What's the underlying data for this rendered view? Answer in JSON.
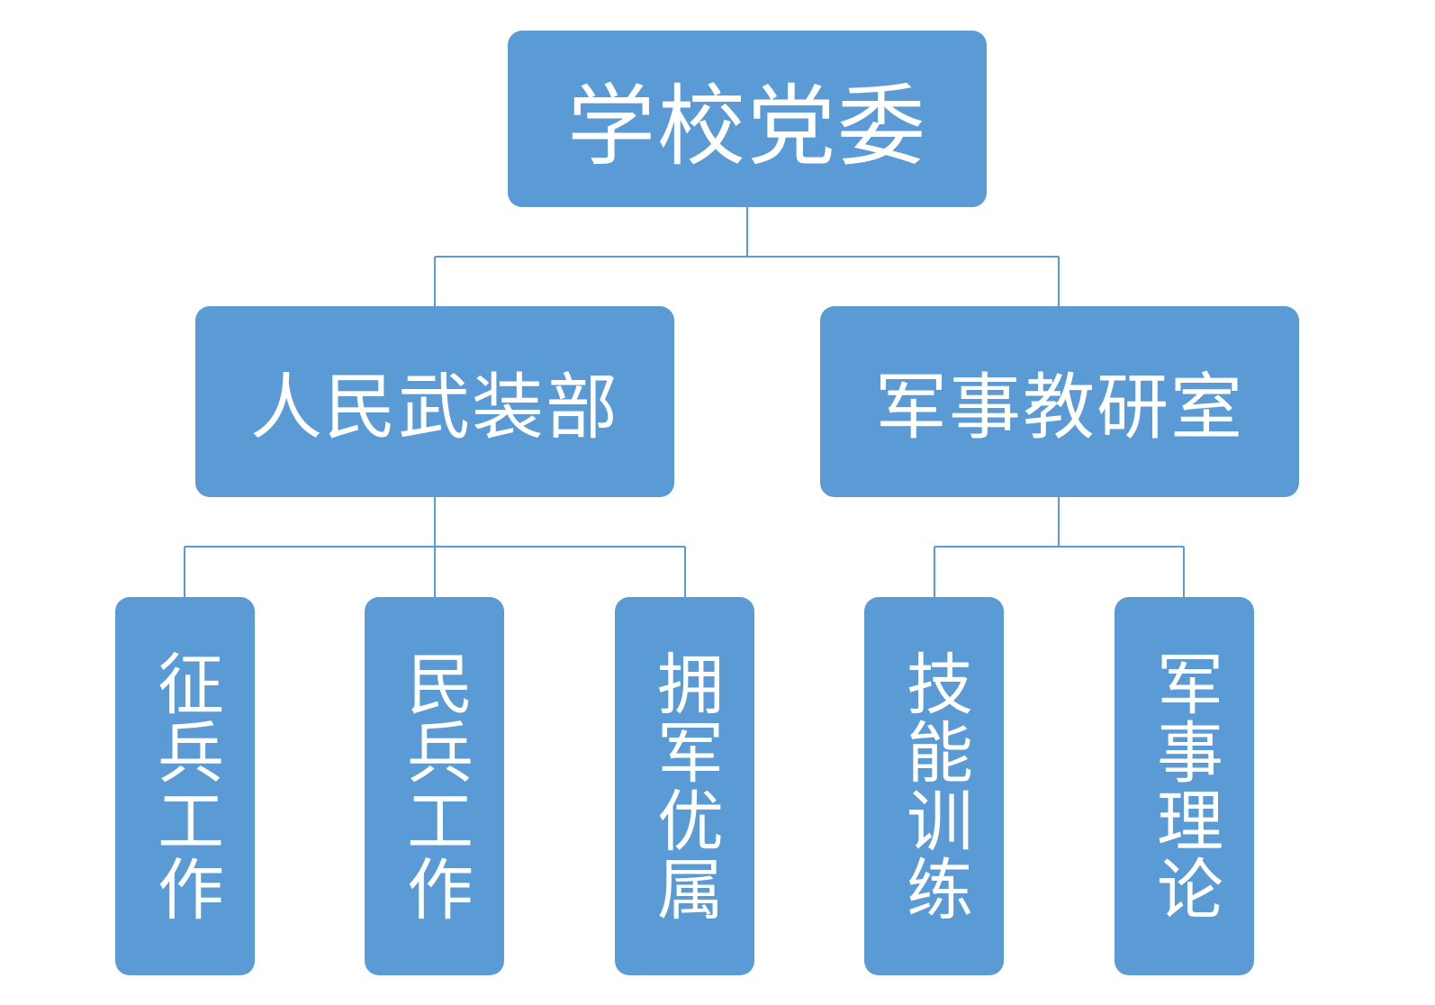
{
  "diagram": {
    "line_color": "#5b9bd5",
    "box_color": "#5b9bd5",
    "text_color": "#ffffff",
    "root": {
      "label": "学校党委"
    },
    "departments": [
      {
        "label": "人民武装部",
        "children": [
          "征兵工作",
          "民兵工作",
          "拥军优属"
        ]
      },
      {
        "label": "军事教研室",
        "children": [
          "技能训练",
          "军事理论"
        ]
      }
    ]
  }
}
